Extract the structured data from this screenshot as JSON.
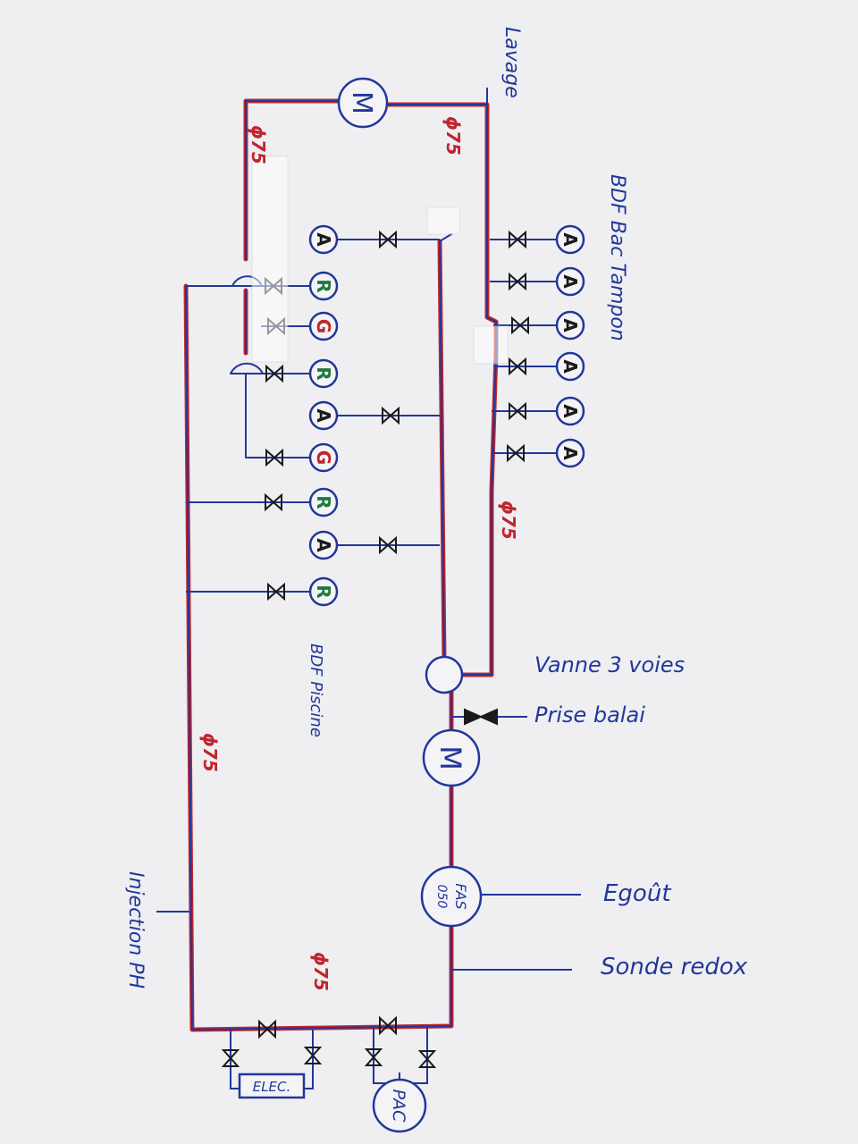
{
  "colors": {
    "paper": "#f4f4f6",
    "ink_blue": "#22379a",
    "ink_red": "#c0262c",
    "ink_green": "#1f7a3c",
    "ink_dark": "#1a1a1a"
  },
  "labels": {
    "lavage": "Lavage",
    "bdf_bac_tampon": "BDF Bac Tampon",
    "bdf_piscine": "BDF Piscine",
    "vanne_3_voies": "Vanne 3 voies",
    "prise_balai": "Prise balai",
    "egout": "Egoût",
    "sonde_redox": "Sonde redox",
    "injection_ph": "Injection PH",
    "elec": "ELEC.",
    "pac": "PAC",
    "fas_line1": "FAS",
    "fas_line2": "050",
    "motor": "M",
    "diam_top_right": "ϕ75",
    "diam_top_left": "ϕ75",
    "diam_right_mid": "ϕ75",
    "diam_left_mid": "ϕ75",
    "diam_bottom": "ϕ75"
  },
  "nozzles": {
    "bac_tampon": [
      "A",
      "A",
      "A",
      "A",
      "A",
      "A"
    ],
    "piscine_column": [
      "A",
      "R",
      "G",
      "R",
      "A",
      "G",
      "R",
      "A",
      "R"
    ]
  }
}
